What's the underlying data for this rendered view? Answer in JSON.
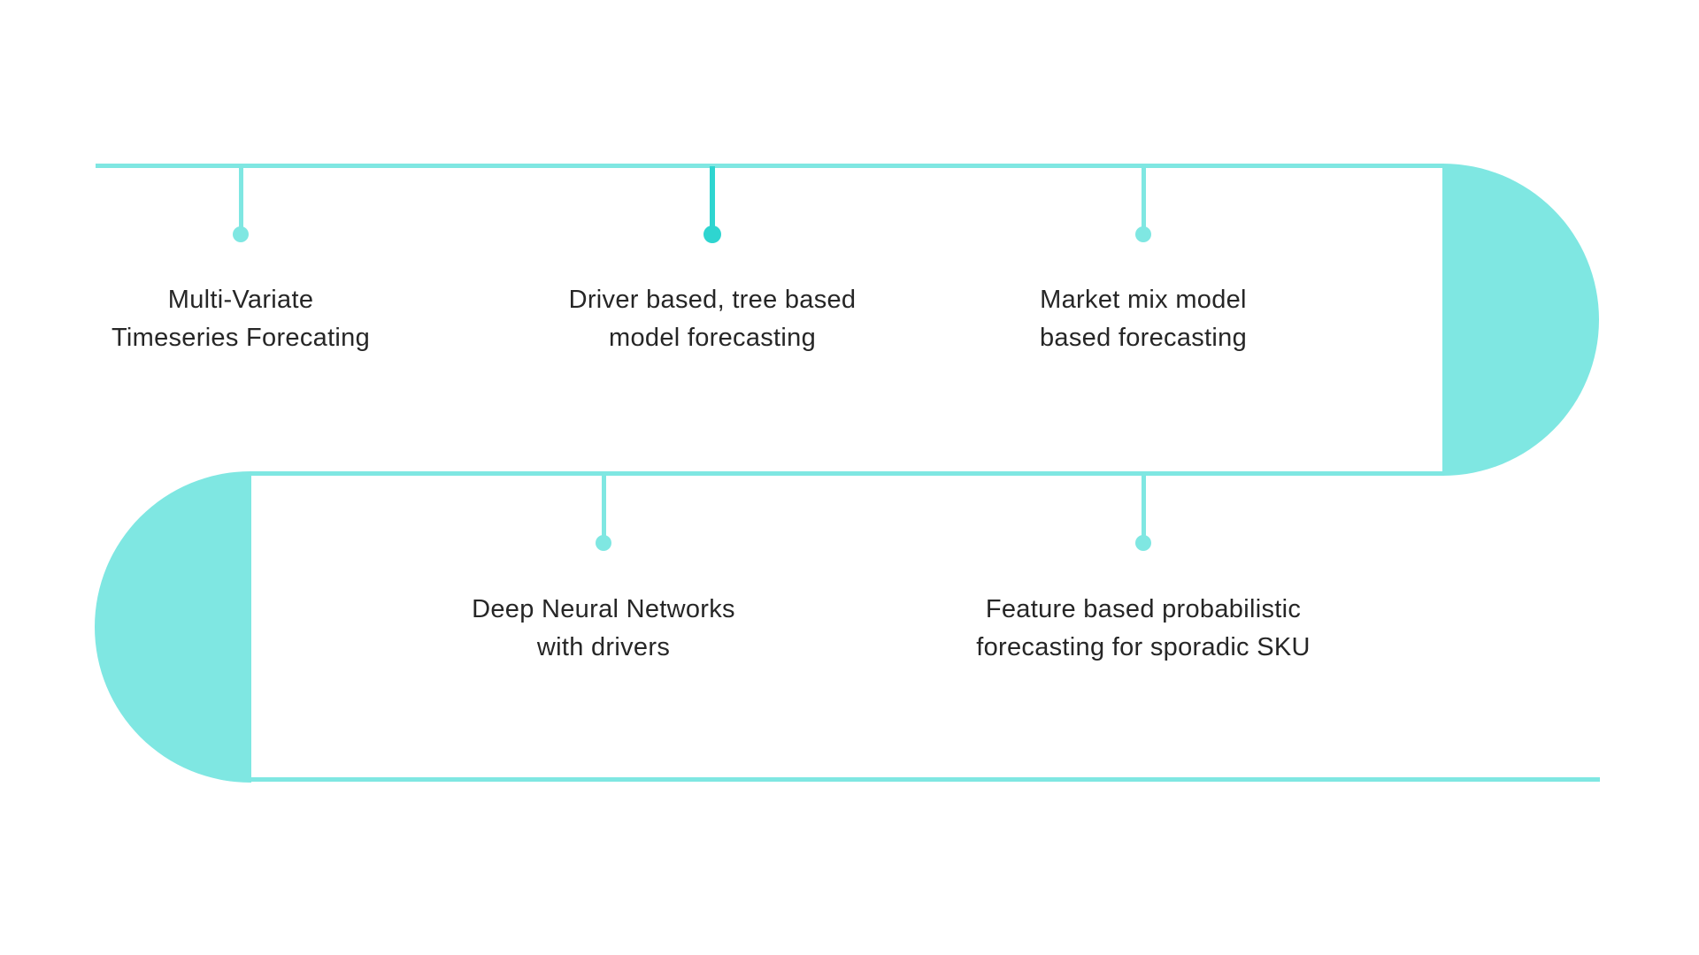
{
  "diagram": {
    "type": "serpentine-timeline",
    "items": [
      {
        "id": 1,
        "row": 1,
        "line1": "Multi-Variate",
        "line2": "Timeseries Forecating",
        "highlighted": false
      },
      {
        "id": 2,
        "row": 1,
        "line1": "Driver based, tree based",
        "line2": "model forecasting",
        "highlighted": true
      },
      {
        "id": 3,
        "row": 1,
        "line1": "Market mix model",
        "line2": "based forecasting",
        "highlighted": false
      },
      {
        "id": 4,
        "row": 2,
        "line1": "Deep Neural Networks",
        "line2": "with drivers",
        "highlighted": false
      },
      {
        "id": 5,
        "row": 2,
        "line1": "Feature based probabilistic",
        "line2": "forecasting for sporadic SKU",
        "highlighted": false
      }
    ]
  },
  "colors": {
    "accent_light": "#7fe7e2",
    "accent_dark": "#2ed5d0",
    "text_color": "#262626",
    "bg": "#ffffff"
  }
}
